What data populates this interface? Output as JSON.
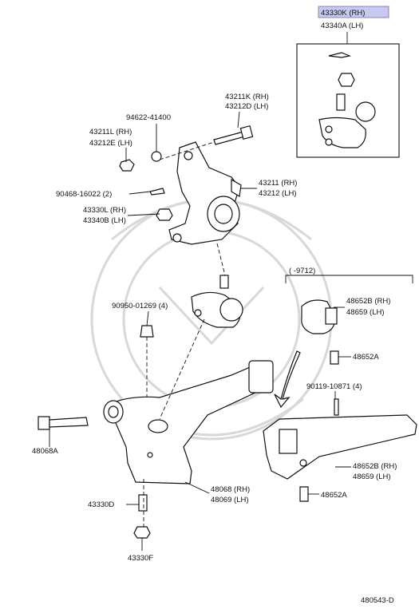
{
  "diagram_id": "480543-D",
  "highlight_color": "#c8c8f0",
  "labels": {
    "l43330K": "43330K (RH)",
    "l43340A": "43340A (LH)",
    "l43211K": "43211K (RH)",
    "l43212D": "43212D (LH)",
    "l94622": "94622-41400",
    "l43211L": "43211L (RH)",
    "l43212E": "43212E (LH)",
    "l90468": "90468-16022 (2)",
    "l43211": "43211 (RH)",
    "l43212": "43212 (LH)",
    "l43330L": "43330L (RH)",
    "l43340B": "43340B (LH)",
    "l9712": "(        -9712)",
    "l90950": "90950-01269 (4)",
    "l48652B_a": "48652B (RH)",
    "l48659_a": "48659    (LH)",
    "l48652A_a": "48652A",
    "l90119": "90119-10871 (4)",
    "l48068A": "48068A",
    "l48068": "48068 (RH)",
    "l48069": "48069 (LH)",
    "l48652B_b": "48652B (RH)",
    "l48659_b": "48659    (LH)",
    "l48652A_b": "48652A",
    "l43330D": "43330D",
    "l43330F": "43330F",
    "l480543": "480543-D"
  }
}
